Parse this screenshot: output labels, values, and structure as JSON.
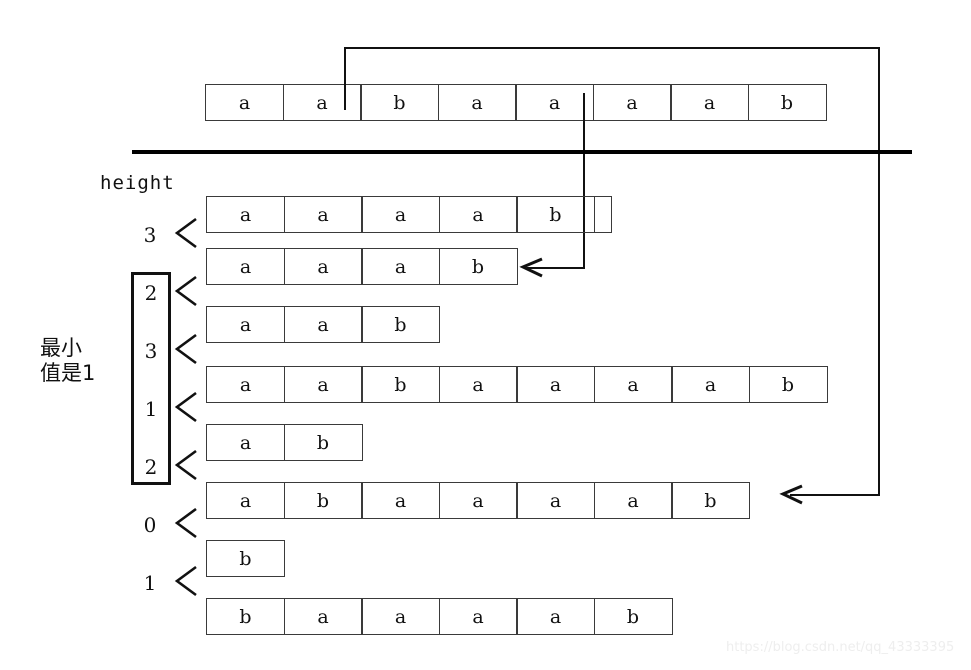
{
  "diagram": {
    "title_label": "height",
    "annotation_cn": "最小\n值是1",
    "watermark": "https://blog.csdn.net/qq_43333395",
    "top_row": {
      "name": "original-string",
      "cells": [
        "a",
        "a",
        "b",
        "a",
        "a",
        "a",
        "a",
        "b"
      ]
    },
    "height_values": [
      "3",
      "2",
      "3",
      "1",
      "2",
      "0",
      "1"
    ],
    "suffix_rows": [
      {
        "cells": [
          "a",
          "a",
          "a",
          "a",
          "b"
        ],
        "tail": true
      },
      {
        "cells": [
          "a",
          "a",
          "a",
          "b"
        ],
        "tail": false
      },
      {
        "cells": [
          "a",
          "a",
          "b"
        ],
        "tail": false
      },
      {
        "cells": [
          "a",
          "a",
          "b",
          "a",
          "a",
          "a",
          "a",
          "b"
        ],
        "tail": false
      },
      {
        "cells": [
          "a",
          "b"
        ],
        "tail": false
      },
      {
        "cells": [
          "a",
          "b",
          "a",
          "a",
          "a",
          "a",
          "b"
        ],
        "tail": false
      },
      {
        "cells": [
          "b"
        ],
        "tail": false
      },
      {
        "cells": [
          "b",
          "a",
          "a",
          "a",
          "a",
          "b"
        ],
        "tail": false
      }
    ],
    "colors": {
      "stroke": "#111111",
      "cell_border": "#3a3a3a",
      "rule": "#000000",
      "watermark": "#eeeeee"
    }
  }
}
